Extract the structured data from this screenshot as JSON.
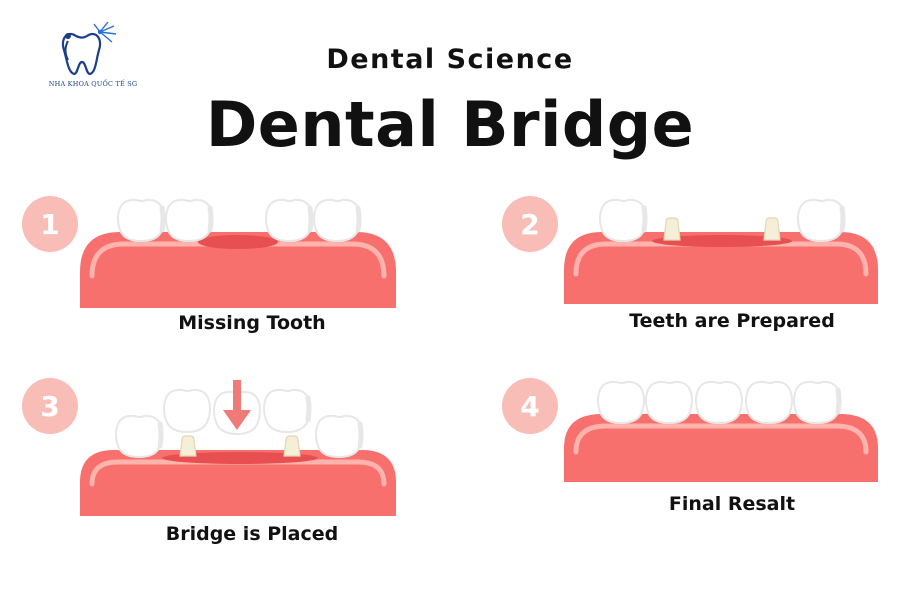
{
  "logo": {
    "text": "NHA KHOA QUỐC TẾ SG"
  },
  "header": {
    "subtitle": "Dental Science",
    "title": "Dental Bridge"
  },
  "steps": [
    {
      "number": "1",
      "caption": "Missing Tooth"
    },
    {
      "number": "2",
      "caption": "Teeth are Prepared"
    },
    {
      "number": "3",
      "caption": "Bridge is Placed"
    },
    {
      "number": "4",
      "caption": "Final Resalt"
    }
  ],
  "colors": {
    "gum": "#f7706e",
    "gum_highlight": "#ffb3ad",
    "gum_dark": "#e84f50",
    "badge": "#f8bdb6",
    "tooth": "#ffffff",
    "tooth_shade": "#e7e7e7",
    "abutment": "#f6efd8",
    "arrow": "#f07a78",
    "logo_blue": "#1c3f8c"
  }
}
